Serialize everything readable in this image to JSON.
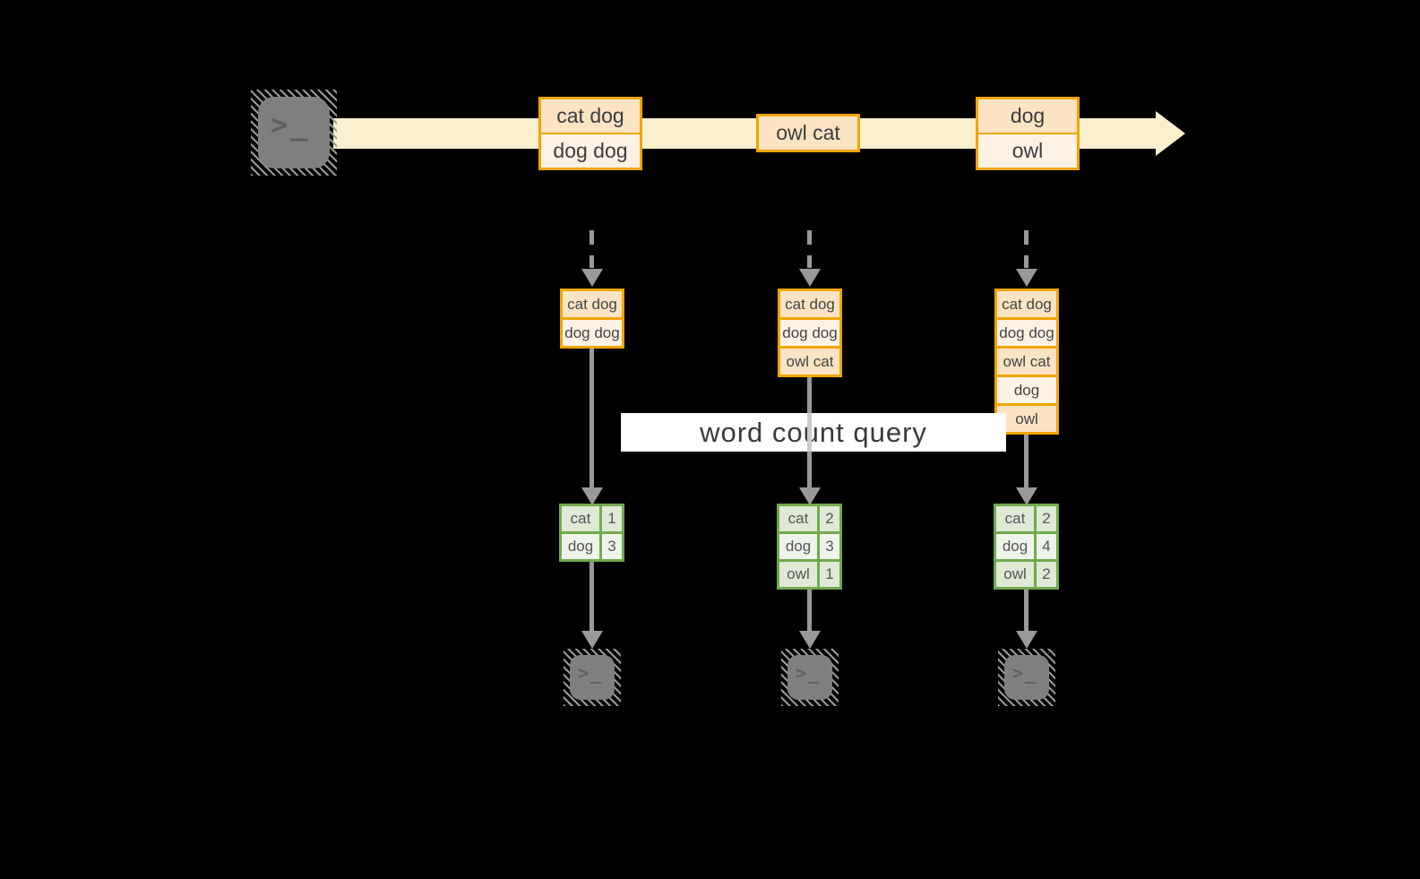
{
  "colors": {
    "background": "#000000",
    "stream_band": "#FAF0CE",
    "event_border": "#F0A500",
    "event_fill_dark": "#FBE3C4",
    "event_fill_light": "#FDF2E4",
    "table_border": "#6FAA4C",
    "table_fill_dark": "#DEE9D6",
    "table_fill_light": "#EFF4EB",
    "arrow_gray": "#999999",
    "terminal_gray": "#7F7F7F",
    "query_band_bg": "#FFFFFF",
    "text_dark": "#3C3C3C"
  },
  "icons": {
    "terminal_glyph": ">_"
  },
  "query_label": "word count query",
  "stream": {
    "events": [
      {
        "lines": [
          "cat dog",
          "dog dog"
        ]
      },
      {
        "lines": [
          "owl cat"
        ]
      },
      {
        "lines": [
          "dog",
          "owl"
        ]
      }
    ]
  },
  "columns": [
    {
      "buffer": [
        "cat dog",
        "dog dog"
      ],
      "counts": [
        {
          "word": "cat",
          "count": "1"
        },
        {
          "word": "dog",
          "count": "3"
        }
      ]
    },
    {
      "buffer": [
        "cat dog",
        "dog dog",
        "owl cat"
      ],
      "counts": [
        {
          "word": "cat",
          "count": "2"
        },
        {
          "word": "dog",
          "count": "3"
        },
        {
          "word": "owl",
          "count": "1"
        }
      ]
    },
    {
      "buffer": [
        "cat dog",
        "dog dog",
        "owl cat",
        "dog",
        "owl"
      ],
      "counts": [
        {
          "word": "cat",
          "count": "2"
        },
        {
          "word": "dog",
          "count": "4"
        },
        {
          "word": "owl",
          "count": "2"
        }
      ]
    }
  ]
}
